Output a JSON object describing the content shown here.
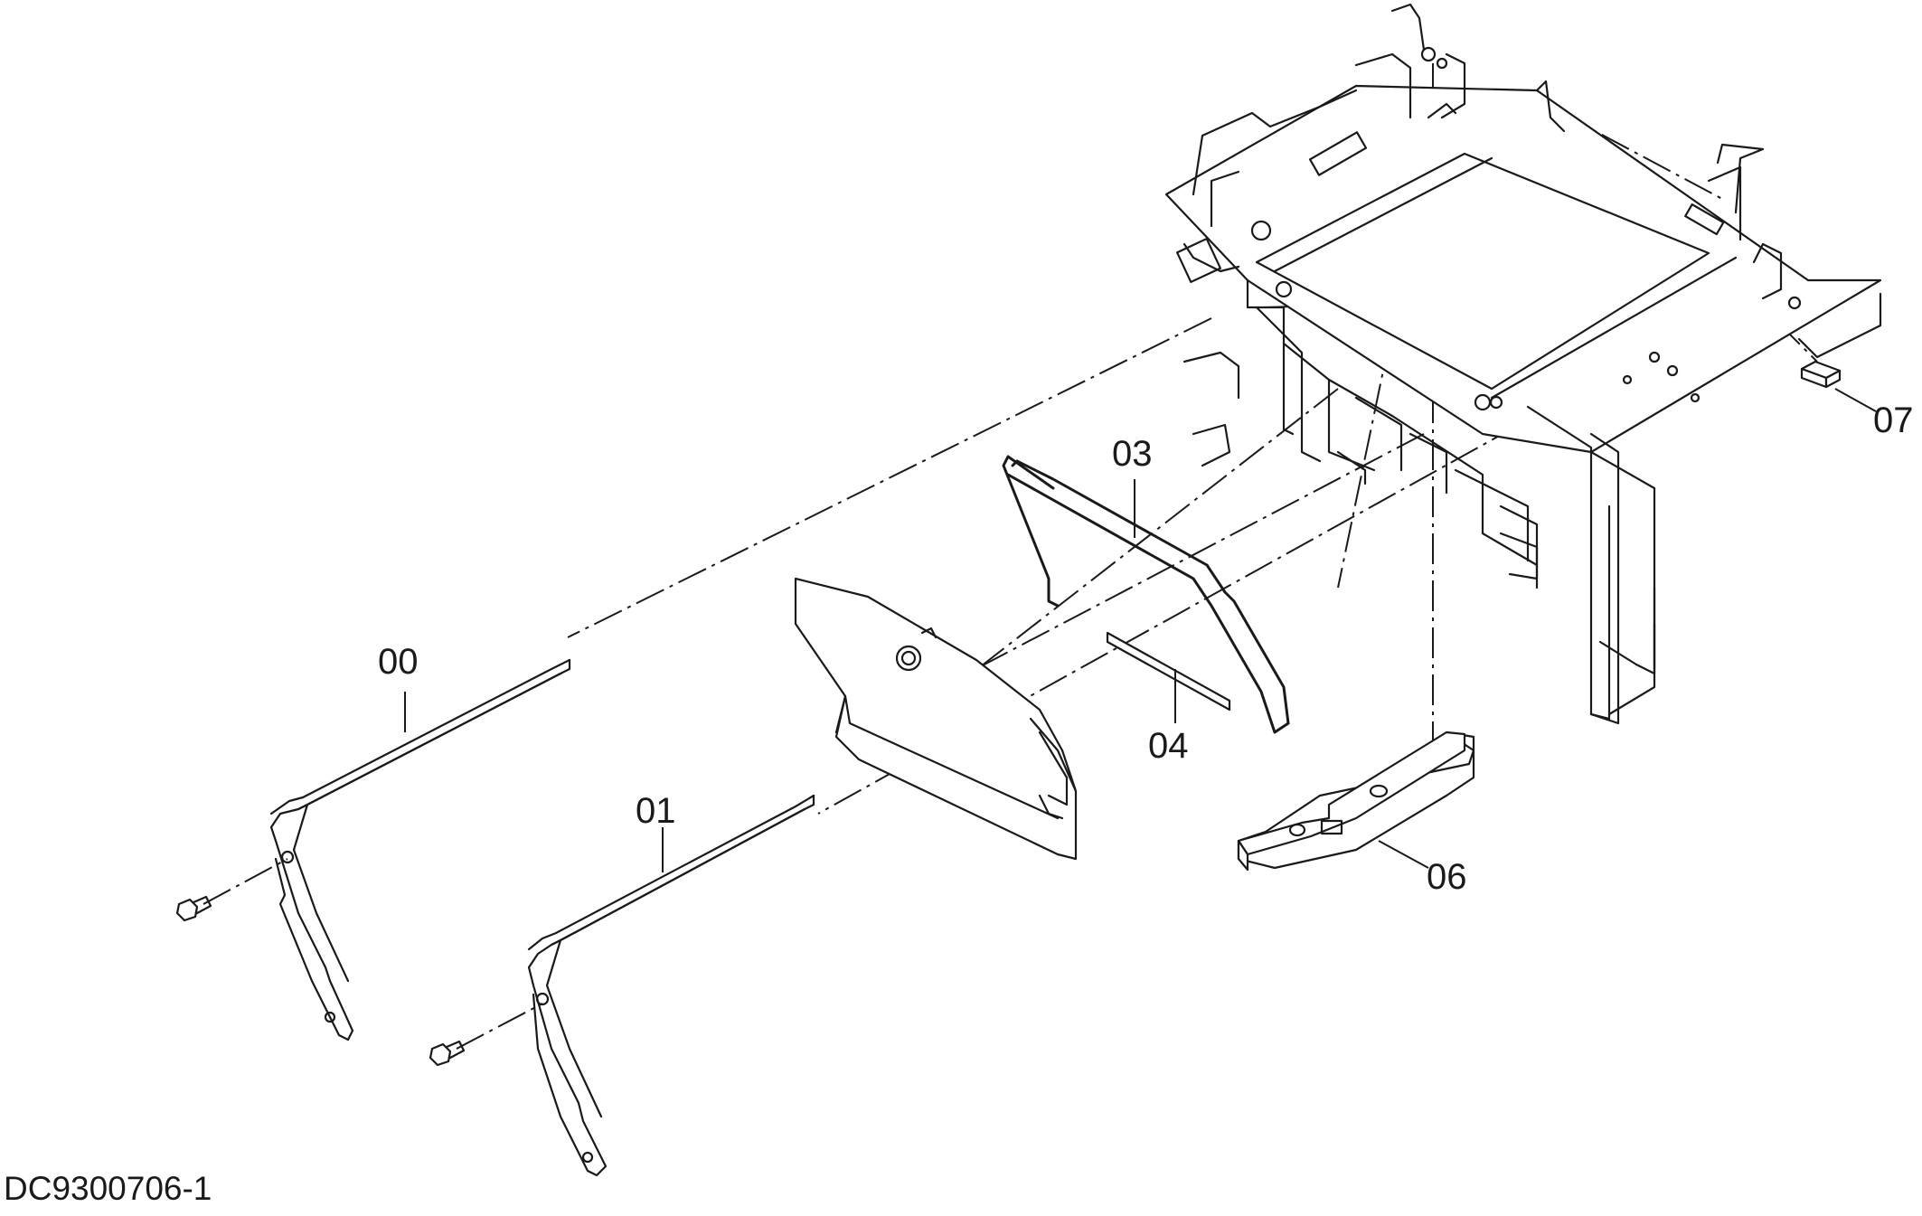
{
  "diagram": {
    "reference_code": "DC9300706-1",
    "callouts": [
      {
        "id": "00",
        "text": "00"
      },
      {
        "id": "01",
        "text": "01"
      },
      {
        "id": "03",
        "text": "03"
      },
      {
        "id": "04",
        "text": "04"
      },
      {
        "id": "06",
        "text": "06"
      },
      {
        "id": "07",
        "text": "07"
      }
    ]
  }
}
